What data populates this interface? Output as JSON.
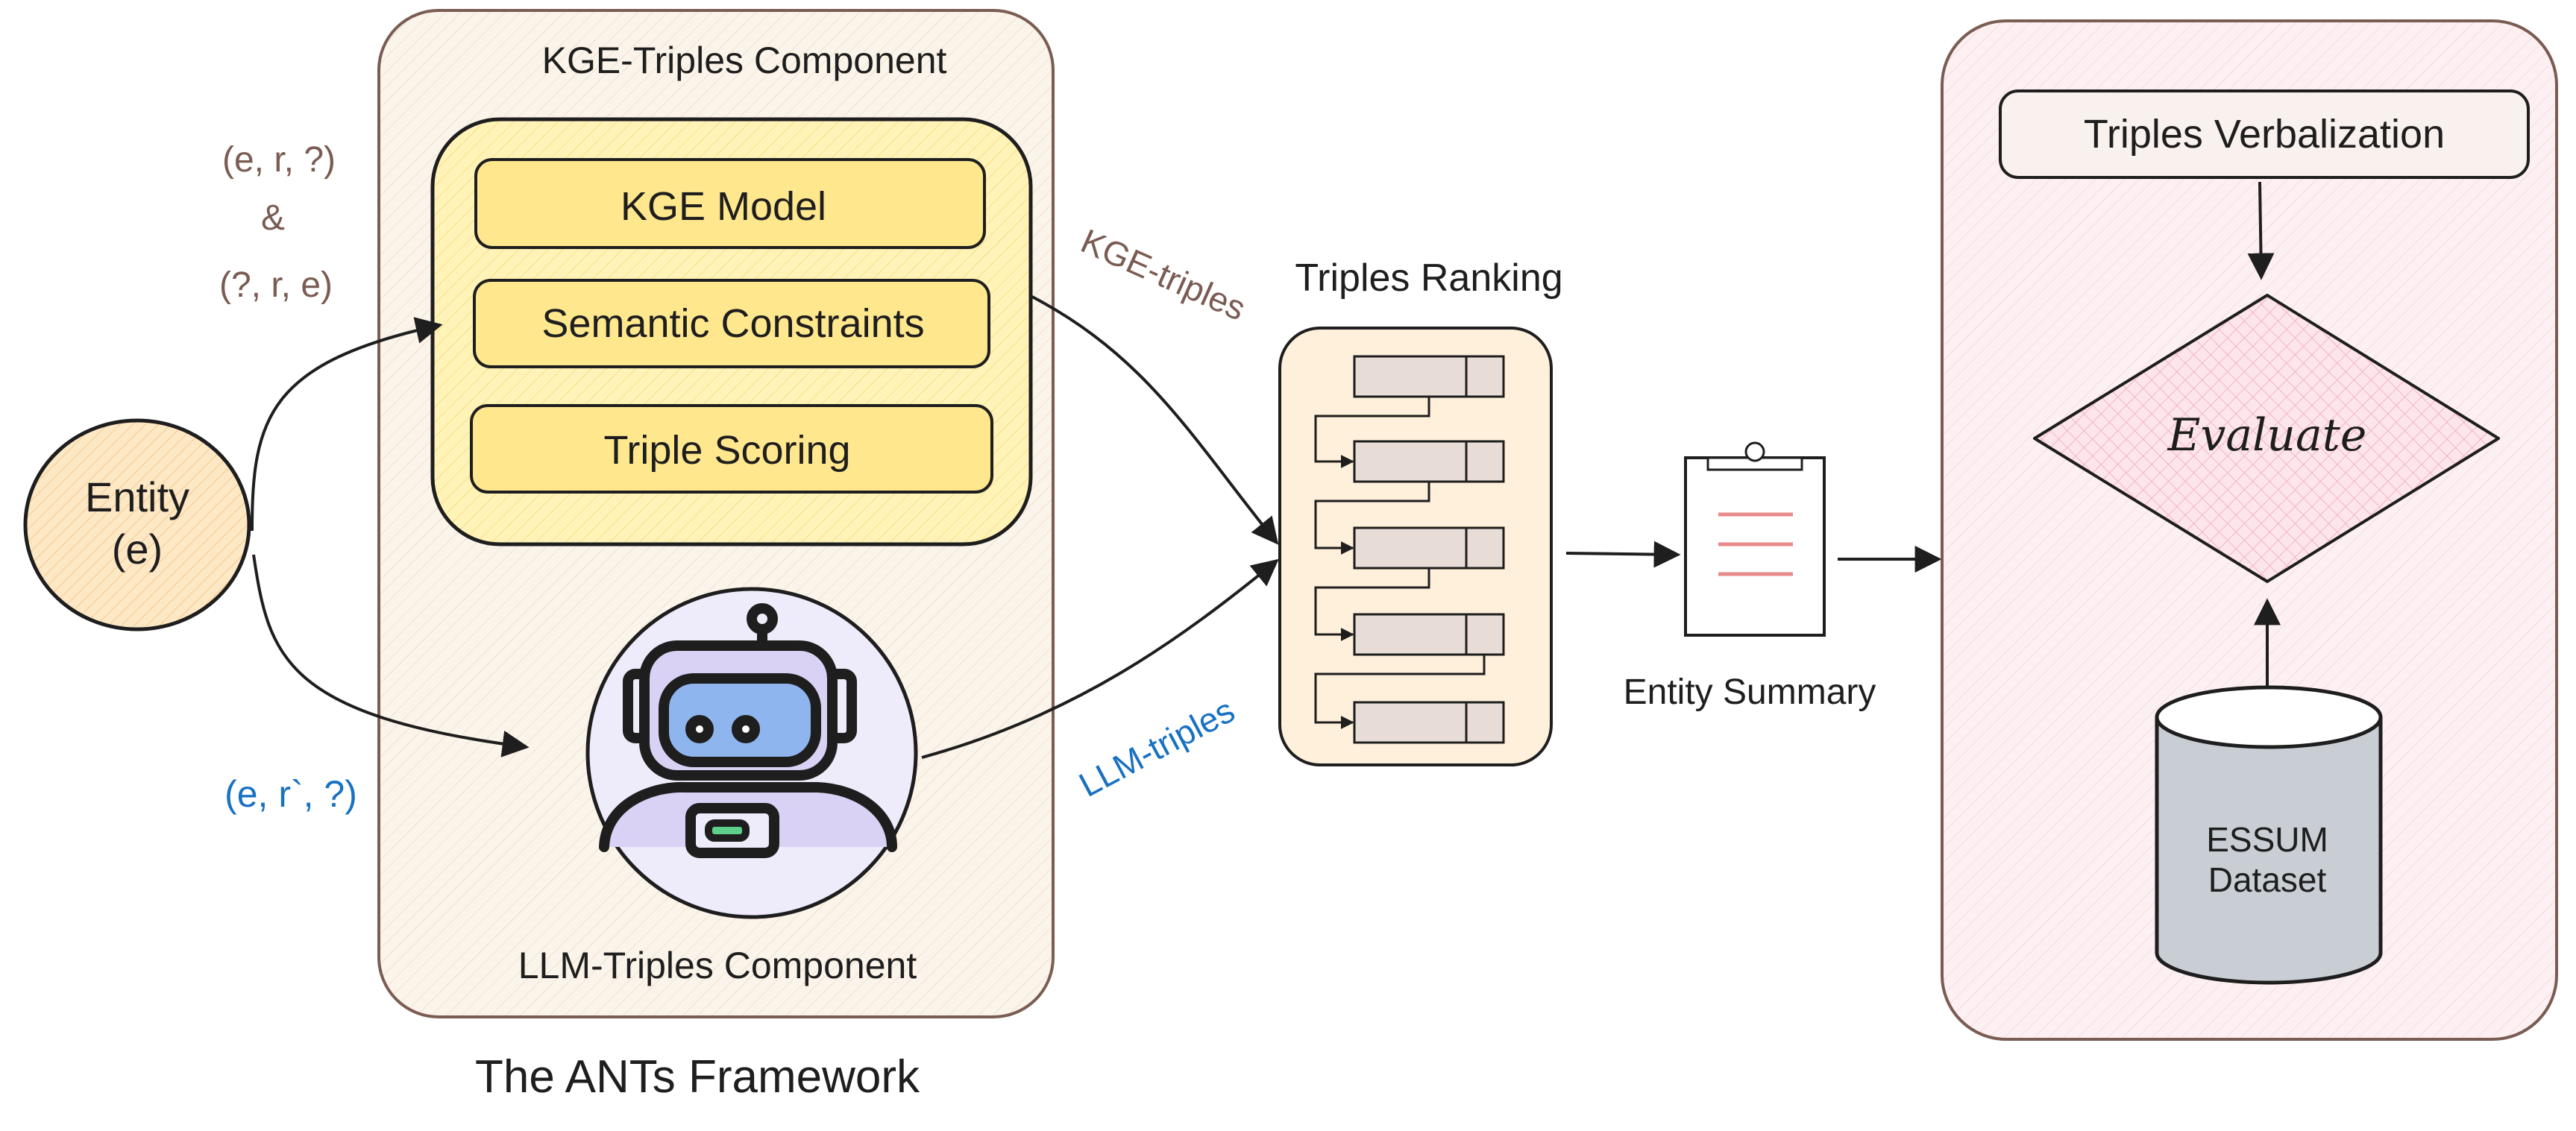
{
  "labels": {
    "kge_component_title": "KGE-Triples Component",
    "llm_component_title": "LLM-Triples Component",
    "framework_title": "The ANTs Framework",
    "kge_model": "KGE Model",
    "semantic_constraints": "Semantic Constraints",
    "triple_scoring": "Triple Scoring",
    "entity_line1": "Entity",
    "entity_line2": "(e)",
    "query_kge_line1": "(e, r, ?)",
    "query_kge_line2": "&",
    "query_kge_line3": "(?, r, e)",
    "query_llm": "(e, r`, ?)",
    "edge_kge_triples": "KGE-triples",
    "edge_llm_triples": "LLM-triples",
    "triples_ranking": "Triples Ranking",
    "entity_summary": "Entity Summary",
    "triples_verbalization": "Triples Verbalization",
    "evaluate": "Evaluate",
    "dataset_line1": "ESSUM",
    "dataset_line2": "Dataset"
  },
  "icons": {
    "robot": "robot-icon",
    "clipboard": "clipboard-icon",
    "ranking_list": "ranked-list-icon",
    "database": "database-cylinder-icon"
  },
  "colors": {
    "stroke": "#1e1e1e",
    "frame_stroke": "#7a5c52",
    "framework_fill": "#fbf4ea",
    "kge_inner_fill": "#fff3b8",
    "kge_box_fill": "#ffe78e",
    "entity_fill": "#fde3b8",
    "robot_circle_fill": "#eeebfb",
    "ranking_fill": "#fff0dc",
    "rank_bar_fill": "#e8dcd6",
    "eval_frame_fill": "#fdf0f2",
    "diamond_fill": "#fcdde4",
    "verbalization_fill": "#f9f1ee",
    "db_fill": "#c9ced4",
    "brown_text": "#7a5c52",
    "blue_text": "#1971c2",
    "clipboard_line": "#e88a8a"
  }
}
